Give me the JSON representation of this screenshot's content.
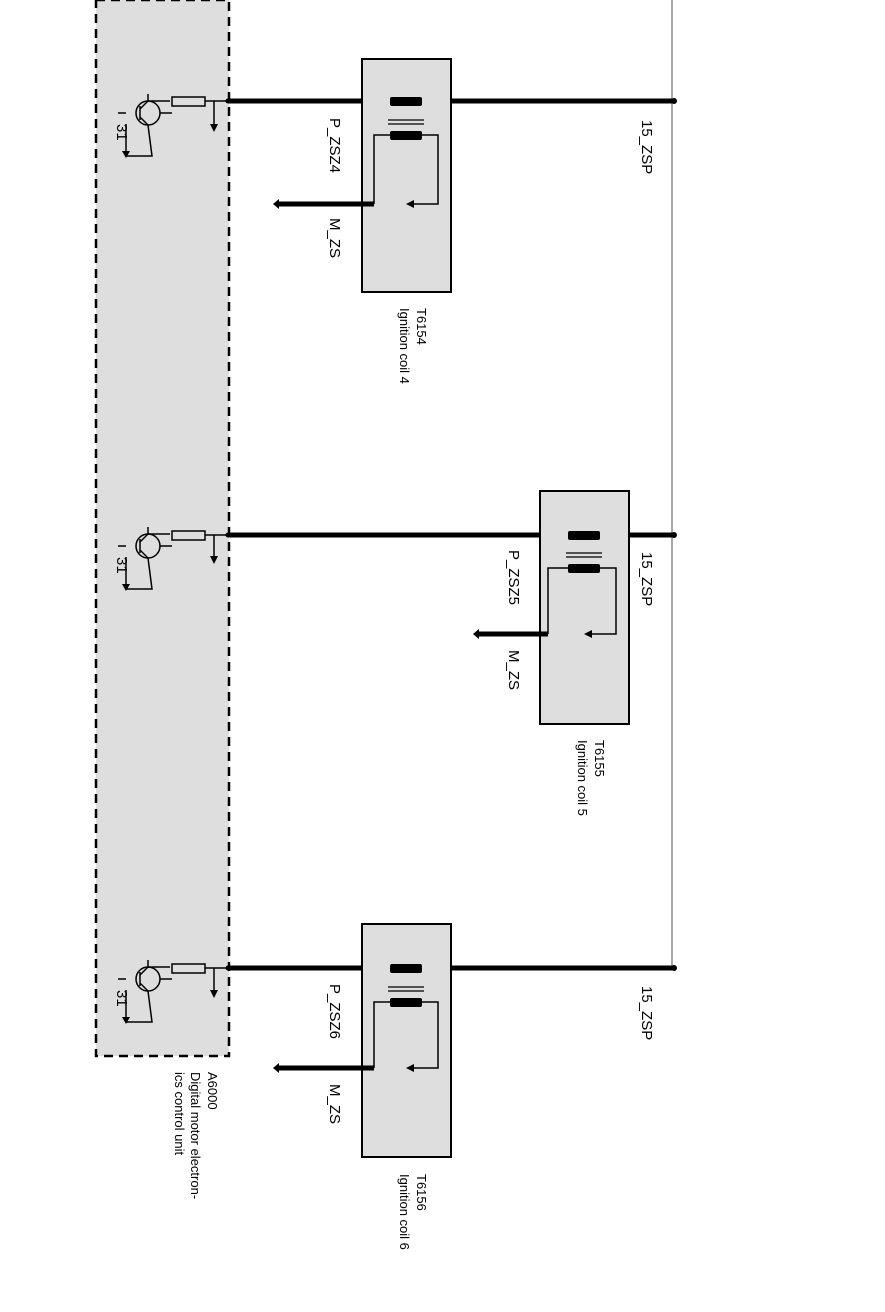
{
  "colors": {
    "panel_fill": "#dedede",
    "wire": "#000000",
    "bus_line": "#a8a8a8"
  },
  "control_unit": {
    "id": "A6000",
    "description_line1": "Digital motor electron-",
    "description_line2": "ics control unit",
    "ground_label": "31"
  },
  "coils": [
    {
      "id": "T6154",
      "name": "Ignition coil 4",
      "signal_label": "P_ZSZ4",
      "ground_label": "M_ZS",
      "supply_label": "15_ZSP"
    },
    {
      "id": "T6155",
      "name": "Ignition coil 5",
      "signal_label": "P_ZSZ5",
      "ground_label": "M_ZS",
      "supply_label": "15_ZSP"
    },
    {
      "id": "T6156",
      "name": "Ignition coil 6",
      "signal_label": "P_ZSZ6",
      "ground_label": "M_ZS",
      "supply_label": "15_ZSP"
    }
  ]
}
